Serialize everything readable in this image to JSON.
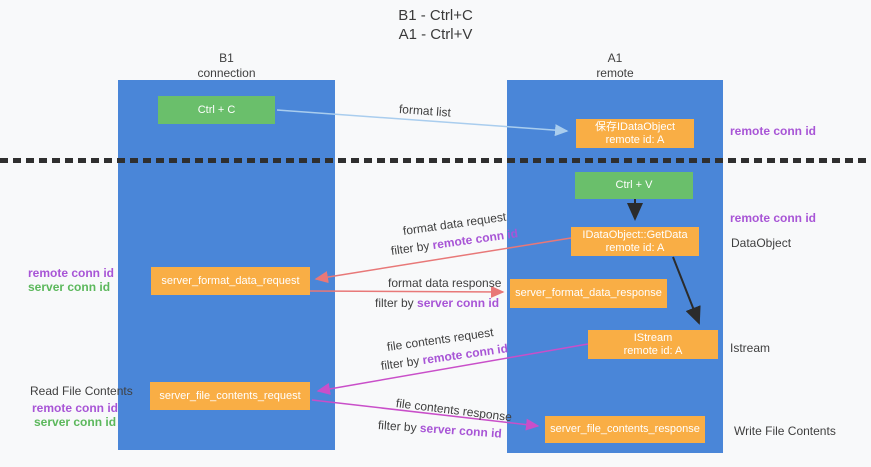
{
  "title": {
    "line1": "B1 - Ctrl+C",
    "line2": "A1 - Ctrl+V"
  },
  "lanes": {
    "left": {
      "title": "B1",
      "subtitle": "connection"
    },
    "right": {
      "title": "A1",
      "subtitle": "remote"
    }
  },
  "nodes": {
    "ctrl_c": {
      "label": "Ctrl + C"
    },
    "save_idataobject": {
      "line1": "保存IDataObject",
      "line2": "remote id: A"
    },
    "ctrl_v": {
      "label": "Ctrl + V"
    },
    "getdata": {
      "line1": "IDataObject::GetData",
      "line2": "remote id: A"
    },
    "format_request": {
      "label": "server_format_data_request"
    },
    "format_response": {
      "label": "server_format_data_response"
    },
    "istream": {
      "line1": "IStream",
      "line2": "remote id: A"
    },
    "file_request": {
      "label": "server_file_contents_request"
    },
    "file_response": {
      "label": "server_file_contents_response"
    }
  },
  "arrow_labels": {
    "format_list": "format list",
    "format_data_request": "format data request",
    "format_data_response": "format data response",
    "file_contents_request": "file contents request",
    "file_contents_response": "file contents response",
    "filter_by": "filter by ",
    "remote_conn_id": "remote conn id",
    "server_conn_id": "server conn id"
  },
  "side_labels": {
    "remote_conn_id": "remote conn id",
    "server_conn_id": "server conn id",
    "dataobject": "DataObject",
    "istream": "Istream",
    "read_file_contents": "Read File Contents",
    "write_file_contents": "Write File Contents"
  },
  "colors": {
    "lane_blue": "#4a86d8",
    "node_green": "#6abf6b",
    "node_orange": "#f9ae45",
    "arrow_lightblue": "#a9cdee",
    "arrow_black": "#2b2b2b",
    "arrow_salmon": "#e87878",
    "arrow_magenta": "#c94fc9",
    "text_purple": "#a855d6",
    "text_green": "#5cb85c",
    "text_dark": "#3f3f3f"
  }
}
